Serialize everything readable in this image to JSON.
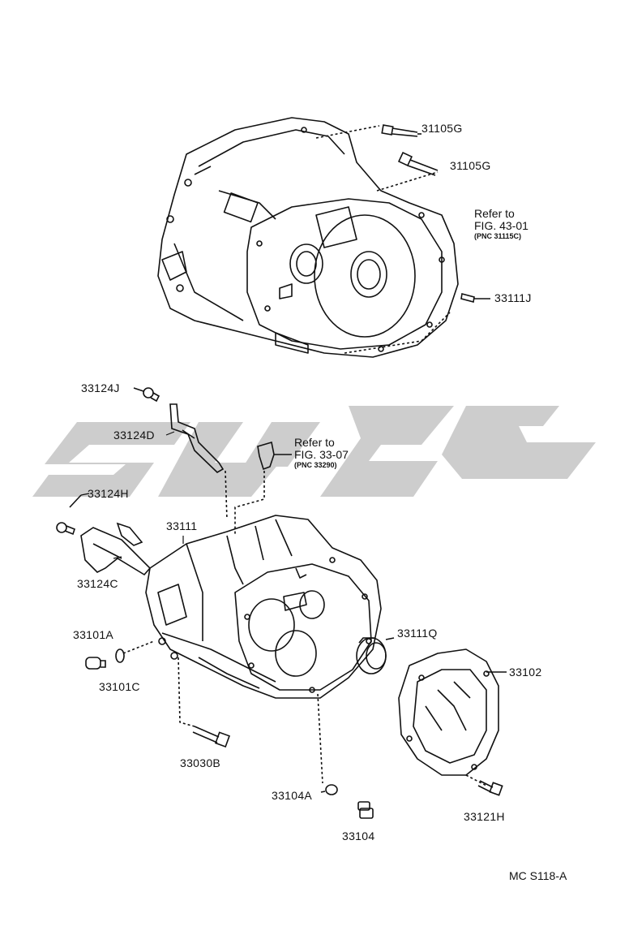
{
  "labels": {
    "p31105g_a": "31105G",
    "p31105g_b": "31105G",
    "p33111j": "33111J",
    "p33124j": "33124J",
    "p33124d": "33124D",
    "p33124h": "33124H",
    "p33111": "33111",
    "p33124c": "33124C",
    "p33101a": "33101A",
    "p33101c": "33101C",
    "p33111q": "33111Q",
    "p33102": "33102",
    "p33030b": "33030B",
    "p33104a": "33104A",
    "p33104": "33104",
    "p33121h": "33121H"
  },
  "refs": {
    "upper": {
      "line1": "Refer to",
      "line2": "FIG. 43-01",
      "pnc": "(PNC 31115C)"
    },
    "lower": {
      "line1": "Refer to",
      "line2": "FIG. 33-07",
      "pnc": "(PNC 33290)"
    }
  },
  "figure_code": "MC  S118-A",
  "colors": {
    "ink": "#111111",
    "watermark": "#c8c8c8"
  }
}
